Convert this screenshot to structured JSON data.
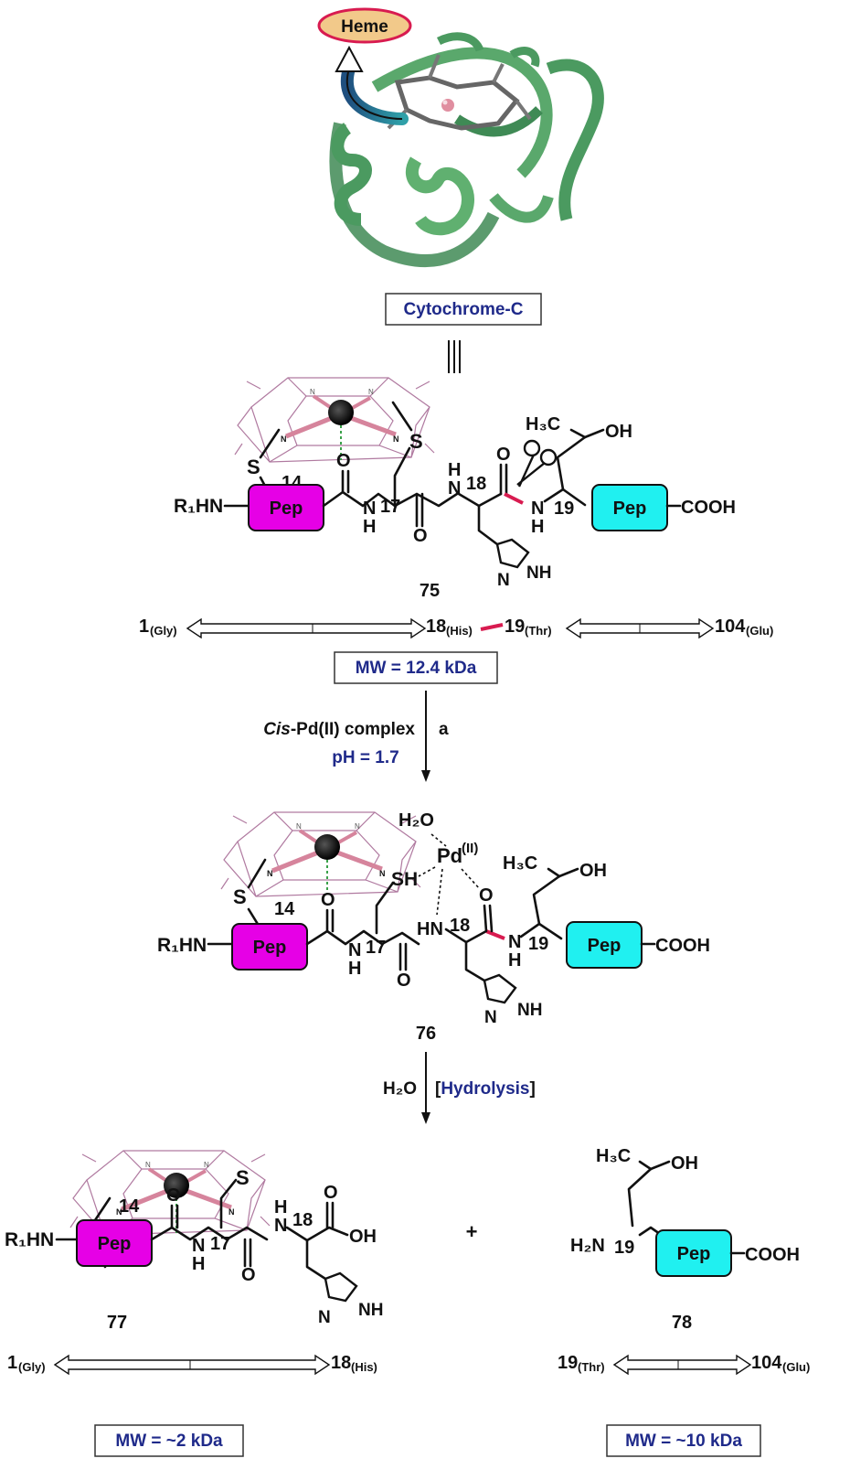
{
  "heme_label": "Heme",
  "protein_label": "Cytochrome-C",
  "colors": {
    "pep_magenta": "#e600e6",
    "pep_cyan": "#20f0f0",
    "cleave_red": "#d81b50",
    "text_blue": "#1f2a8a",
    "helix_green": "#5aa86c",
    "heme_badge": "#f2c98a"
  },
  "pep_label": "Pep",
  "r1hn": "R₁HN",
  "cooh": "COOH",
  "oh": "OH",
  "h3c": "H₃C",
  "s_atom": "S",
  "sh_atom": "SH",
  "o_atom": "O",
  "n_atom": "N",
  "h_atom": "H",
  "nh_atom": "NH",
  "hn_atom": "HN",
  "h2n": "H₂N",
  "oh_acid": "OH",
  "residues": {
    "r14": "14",
    "r17": "17",
    "r18": "18",
    "r19": "19"
  },
  "compounds": {
    "c75": "75",
    "c76": "76",
    "c77": "77",
    "c78": "78"
  },
  "seq_75": {
    "start": "1",
    "start_sub": "(Gly)",
    "mid1": "18",
    "mid1_sub": "(His)",
    "mid2": "19",
    "mid2_sub": "(Thr)",
    "end": "104",
    "end_sub": "(Glu)"
  },
  "mw_75": "MW = 12.4 kDa",
  "step_a": {
    "reagent_italic": "Cis",
    "reagent_rest": "-Pd(II) complex",
    "label": "a",
    "ph": "pH = 1.7"
  },
  "pd": {
    "h2o": "H₂O",
    "metal": "Pd",
    "ox": "(II)"
  },
  "step_b": {
    "reagent": "H₂O",
    "bracket_open": "[",
    "label": "Hydrolysis",
    "bracket_close": "]"
  },
  "plus": "+",
  "seq_77": {
    "start": "1",
    "start_sub": "(Gly)",
    "end": "18",
    "end_sub": "(His)"
  },
  "mw_77": "MW = ~2 kDa",
  "seq_78": {
    "start": "19",
    "start_sub": "(Thr)",
    "end": "104",
    "end_sub": "(Glu)"
  },
  "mw_78": "MW = ~10 kDa"
}
